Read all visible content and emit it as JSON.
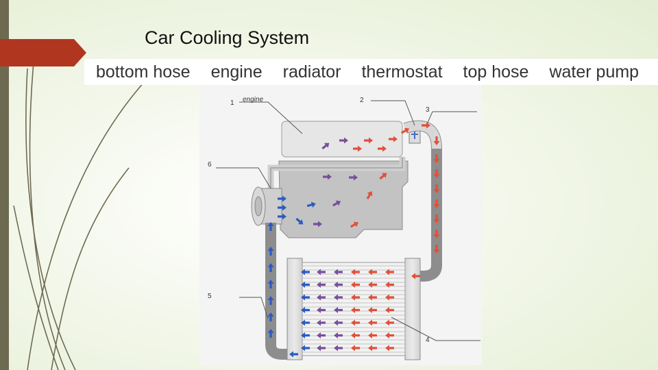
{
  "slide": {
    "title": "Car Cooling System"
  },
  "word_bank": [
    "bottom hose",
    "engine",
    "radiator",
    "thermostat",
    "top hose",
    "water pump"
  ],
  "diagram": {
    "labels": {
      "n1": "1",
      "engine_word": "engine",
      "n2": "2",
      "n3": "3",
      "n4": "4",
      "n5": "5",
      "n6": "6"
    },
    "colors": {
      "hot": "#e0503a",
      "warm": "#7a4e9a",
      "cool": "#2a5bc4",
      "metal": "#c9c9c9",
      "hose": "#8d8d8d"
    }
  }
}
